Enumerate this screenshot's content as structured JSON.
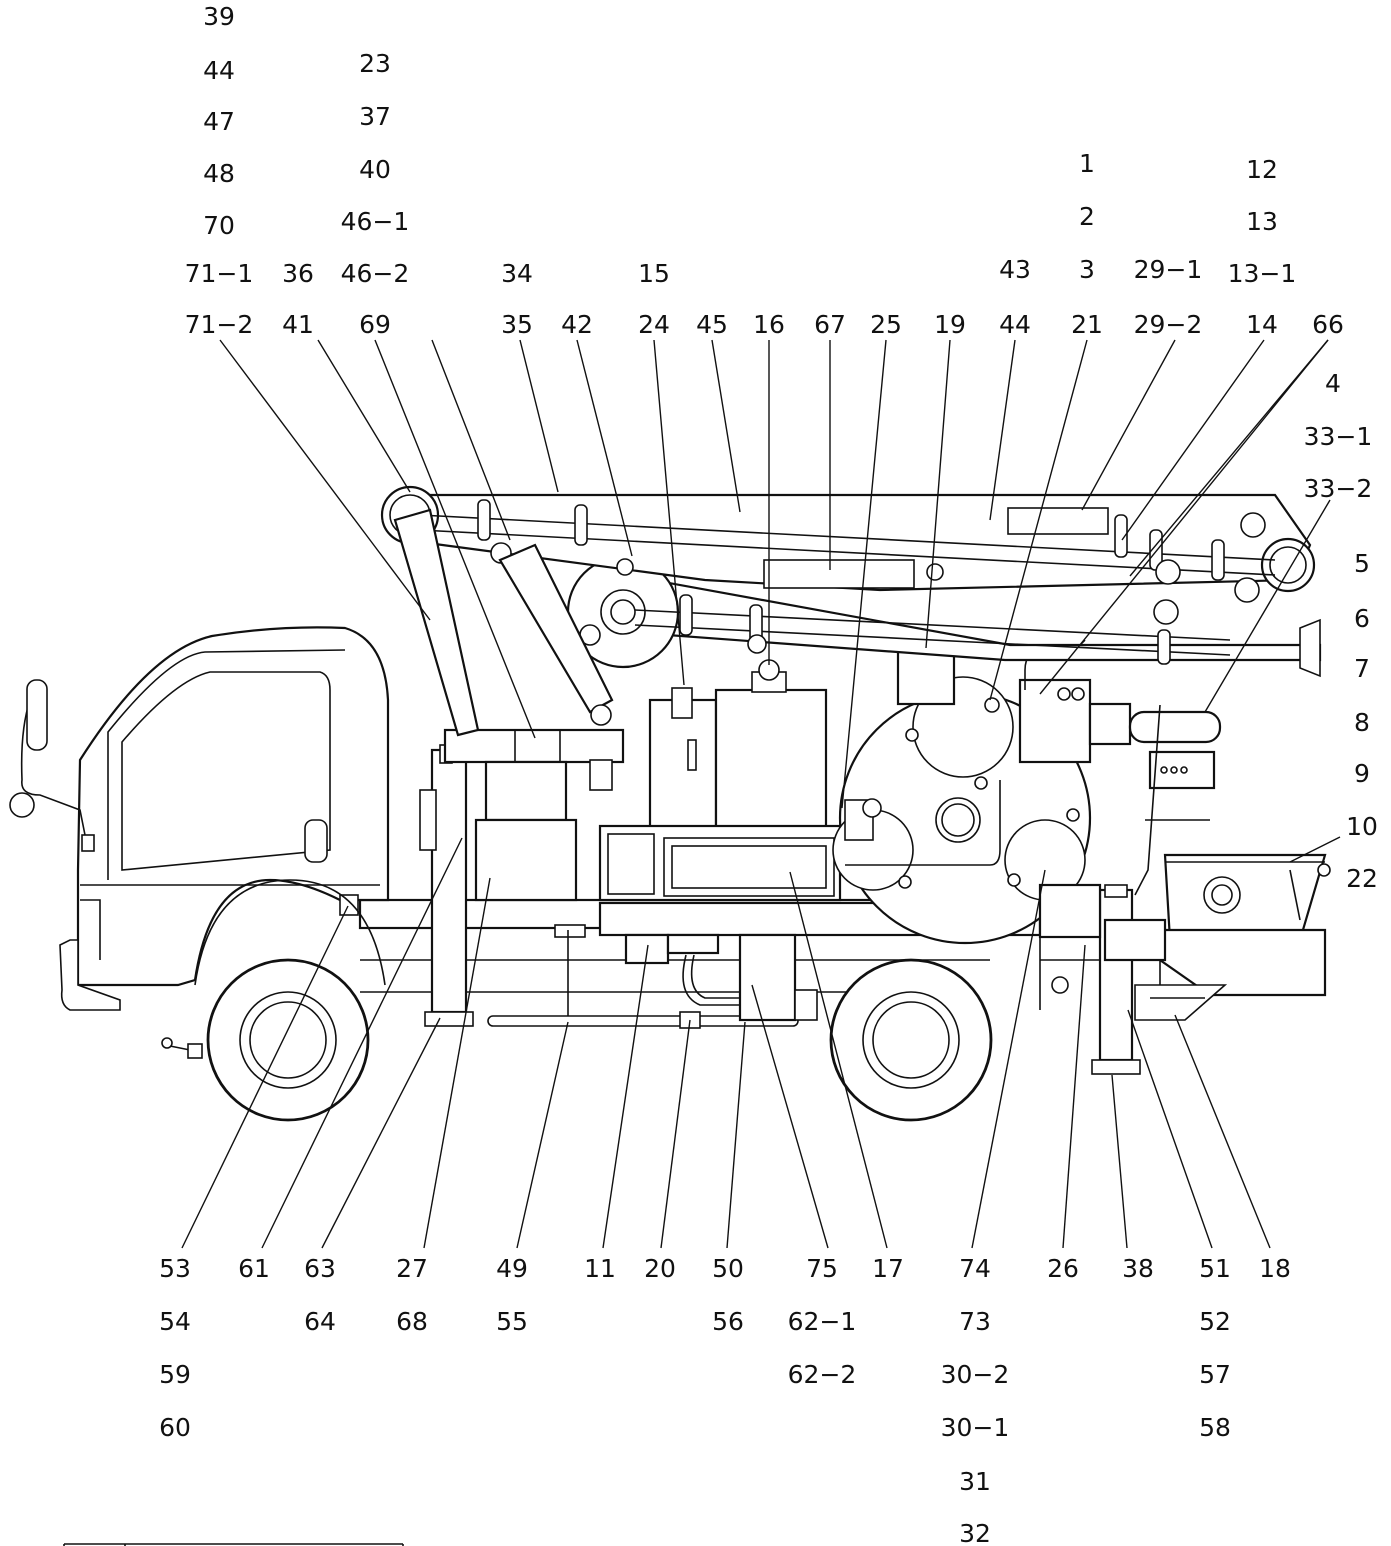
{
  "labels": {
    "top_col1": [
      "39",
      "44",
      "47",
      "48",
      "70",
      "71−1",
      "71−2"
    ],
    "top_col2": [
      "36",
      "41"
    ],
    "top_col3": [
      "23",
      "37",
      "40",
      "46−1",
      "46−2",
      "69"
    ],
    "top_row": [
      "34",
      "35",
      "15",
      "24",
      "42",
      "45",
      "16",
      "67",
      "25",
      "19"
    ],
    "top_right_a": [
      "43",
      "44"
    ],
    "top_right_b": [
      "1",
      "2",
      "3",
      "21"
    ],
    "top_right_c": [
      "29−1",
      "29−2"
    ],
    "top_right_d": [
      "12",
      "13",
      "13−1",
      "14"
    ],
    "top_right_e": [
      "66"
    ],
    "right_col": [
      "4",
      "33−1",
      "33−2",
      "5",
      "6",
      "7",
      "8",
      "9",
      "10",
      "22"
    ],
    "bottom_a": [
      "53",
      "54",
      "59",
      "60"
    ],
    "bottom_b": [
      "61"
    ],
    "bottom_c": [
      "63",
      "64"
    ],
    "bottom_d": [
      "27",
      "68"
    ],
    "bottom_e": [
      "49",
      "55"
    ],
    "bottom_f": [
      "11"
    ],
    "bottom_g": [
      "20"
    ],
    "bottom_h": [
      "50",
      "56"
    ],
    "bottom_i": [
      "75",
      "62−1",
      "62−2"
    ],
    "bottom_j": [
      "17"
    ],
    "bottom_k": [
      "74",
      "73",
      "30−2",
      "30−1",
      "31",
      "32"
    ],
    "bottom_l": [
      "26"
    ],
    "bottom_m": [
      "38"
    ],
    "bottom_n": [
      "51",
      "52",
      "57",
      "58"
    ],
    "bottom_o": [
      "18"
    ]
  }
}
